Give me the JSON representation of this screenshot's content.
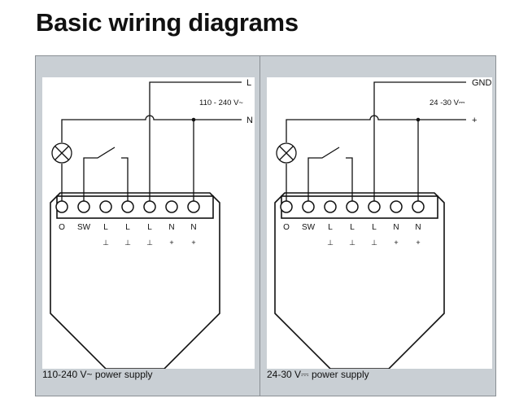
{
  "page": {
    "title": "Basic wiring diagrams"
  },
  "diagrams": [
    {
      "line_top": "L",
      "line_bottom": "N",
      "voltage": "110 - 240 V~",
      "terminals": [
        "O",
        "SW",
        "L",
        "L",
        "L",
        "N",
        "N"
      ],
      "terminal_marks": [
        "",
        "",
        "⊥",
        "⊥",
        "⊥",
        "+",
        "+"
      ],
      "caption": "110-240 V~ power supply"
    },
    {
      "line_top": "GND",
      "line_bottom": "+",
      "voltage": "24 -30 V⎓",
      "terminals": [
        "O",
        "SW",
        "L",
        "L",
        "L",
        "N",
        "N"
      ],
      "terminal_marks": [
        "",
        "",
        "⊥",
        "⊥",
        "⊥",
        "+",
        "+"
      ],
      "caption": "24-30 V⎓ power supply"
    }
  ]
}
